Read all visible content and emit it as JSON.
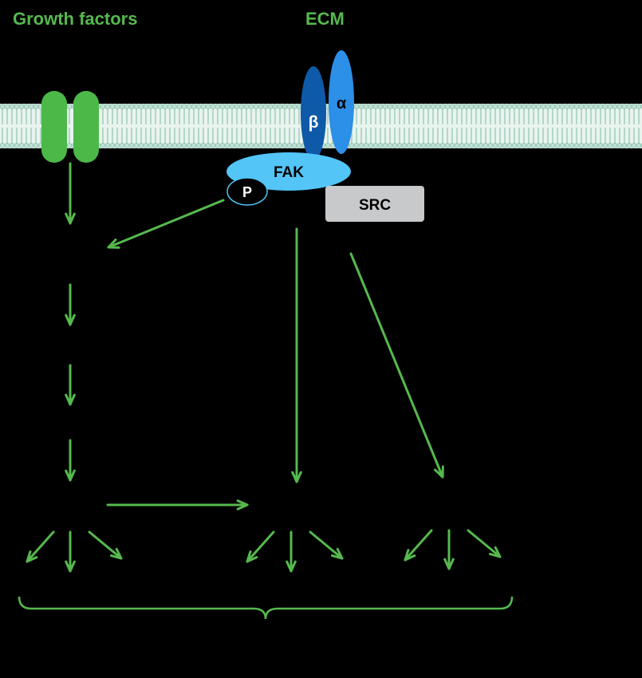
{
  "titles": {
    "growth_factors": "Growth factors",
    "ecm": "ECM"
  },
  "labels": {
    "beta": "β",
    "alpha": "α",
    "fak": "FAK",
    "phospho": "P",
    "src": "SRC"
  },
  "colors": {
    "background": "#000000",
    "green": "#56b94e",
    "receptor_green": "#4cb848",
    "membrane_fill": "#e9f4ef",
    "membrane_stroke": "#86c0ab",
    "integrin_beta": "#0f5aa8",
    "integrin_alpha": "#2c8fe8",
    "fak": "#53c5f7",
    "phospho": "#000000",
    "src": "#c8c9cb",
    "dark_text": "#000000",
    "light_text": "#ffffff"
  }
}
